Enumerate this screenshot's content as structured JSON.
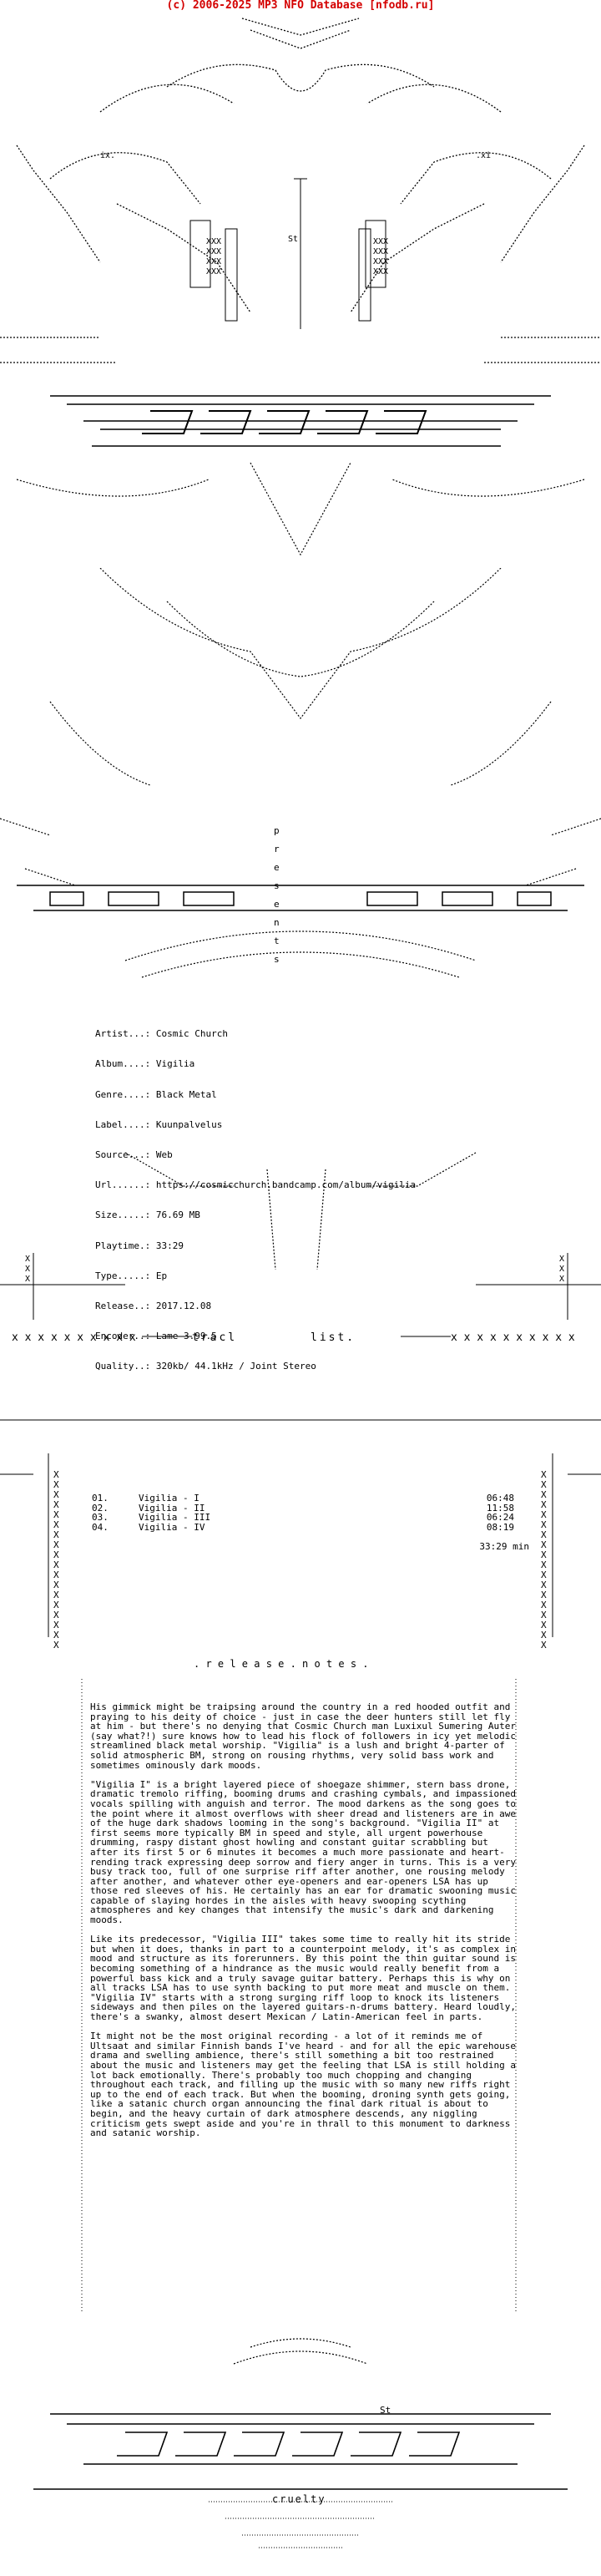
{
  "header": {
    "credit": "(c) 2006-2025 MP3 NFO Database [nfodb.ru]",
    "credit_color": "#d40000"
  },
  "banner": {
    "presents_letters": [
      "p",
      "r",
      "e",
      "s",
      "e",
      "n",
      "t",
      "s"
    ]
  },
  "release_info": [
    {
      "label": "Artist...:",
      "value": "Cosmic Church"
    },
    {
      "label": "Album....:",
      "value": "Vigilia"
    },
    {
      "label": "Genre....:",
      "value": "Black Metal"
    },
    {
      "label": "Label....:",
      "value": "Kuunpalvelus"
    },
    {
      "label": "Source...:",
      "value": "Web"
    },
    {
      "label": "Url......:",
      "value": "https://cosmicchurch.bandcamp.com/album/vigilia"
    },
    {
      "label": "Size.....:",
      "value": "76.69 MB"
    },
    {
      "label": "Playtime.:",
      "value": "33:29"
    },
    {
      "label": "Type.....:",
      "value": "Ep"
    },
    {
      "label": "Release..:",
      "value": "2017.12.08"
    },
    {
      "label": "Encoder..:",
      "value": "Lame 3.99.5"
    },
    {
      "label": "Quality..:",
      "value": "320kb/ 44.1kHz / Joint Stereo"
    }
  ],
  "tracklist": {
    "heading_left": "tracl",
    "heading_right": "list.",
    "tracks": [
      {
        "num": "01.",
        "title": "Vigilia - I",
        "duration": "06:48"
      },
      {
        "num": "02.",
        "title": "Vigilia - II",
        "duration": "11:58"
      },
      {
        "num": "03.",
        "title": "Vigilia - III",
        "duration": "06:24"
      },
      {
        "num": "04.",
        "title": "Vigilia - IV",
        "duration": "08:19"
      }
    ],
    "total": "33:29 min"
  },
  "release_notes": {
    "heading": ". r e l e a s e . n o t e s .",
    "paragraphs": [
      "His gimmick might be traipsing around the country in a red hooded outfit and praying to his deity of choice - just in case the deer hunters still let fly at him - but there's no denying that Cosmic Church man Luxixul Sumering Auter (say what?!) sure knows how to lead his flock of followers in icy yet melodic streamlined black metal worship. \"Vigilia\" is a lush and bright 4-parter of solid atmospheric BM, strong on rousing rhythms, very solid bass work and sometimes ominously dark moods.",
      "\"Vigilia I\" is a bright layered piece of shoegaze shimmer, stern bass drone, dramatic tremolo riffing, booming drums and crashing cymbals, and impassioned vocals spilling with anguish and terror. The mood darkens as the song goes to the point where it almost overflows with sheer dread and listeners are in awe of the huge dark shadows looming in the song's background. \"Vigilia II\" at first seems more typically BM in speed and style, all urgent powerhouse drumming, raspy distant ghost howling and constant guitar scrabbling but after its first 5 or 6 minutes it becomes a much more passionate and heart-rending track expressing deep sorrow and fiery anger in turns. This is a very busy track too, full of one surprise riff after another, one rousing melody after another, and whatever other eye-openers and ear-openers LSA has up those red sleeves of his. He certainly has an ear for dramatic swooning music capable of slaying hordes in the aisles with heavy swooping scything atmospheres and key changes that intensify the music's dark and darkening moods.",
      "Like its predecessor, \"Vigilia III\" takes some time to really hit its stride but when it does, thanks in part to a counterpoint melody, it's as complex in mood and structure as its forerunners. By this point the thin guitar sound is becoming something of a hindrance as the music would really benefit from a powerful bass kick and a truly savage guitar battery. Perhaps this is why on all tracks LSA has to use synth backing to put more meat and muscle on them. \"Vigilia IV\" starts with a strong surging riff loop to knock its listeners sideways and then piles on the layered guitars-n-drums battery. Heard loudly, there's a swanky, almost desert Mexican / Latin-American feel in parts.",
      "It might not be the most original recording - a lot of it reminds me of Ultsaat and similar Finnish bands I've heard - and for all the epic warehouse drama and swelling ambience, there's still something a bit too restrained about the music and listeners may get the feeling that LSA is still holding a lot back emotionally. There's probably too much chopping and changing throughout each track, and filling up the music with so many new riffs right up to the end of each track. But when the booming, droning synth gets going, like a satanic church organ announcing the final dark ritual is about to begin, and the heavy curtain of dark atmosphere descends, any niggling criticism gets swept aside and you're in thrall to this monument to darkness and satanic worship."
    ]
  },
  "footer": {
    "signature": "St",
    "word": "cruelty"
  },
  "decorations": {
    "x_row": "x x x x x x x x x x",
    "side_column_char": "X"
  }
}
